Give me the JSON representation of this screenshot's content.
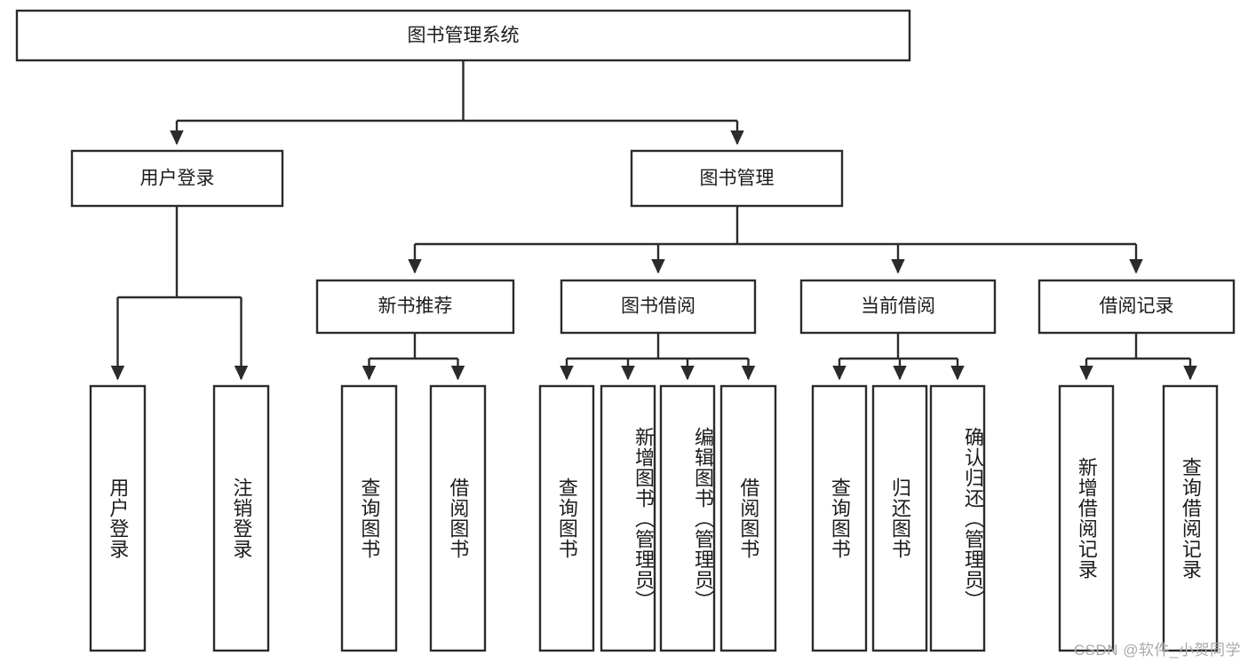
{
  "diagram": {
    "type": "tree",
    "title": "图书管理系统",
    "root": {
      "label": "图书管理系统"
    },
    "level2": [
      {
        "label": "用户登录"
      },
      {
        "label": "图书管理"
      }
    ],
    "level3": [
      {
        "label": "新书推荐"
      },
      {
        "label": "图书借阅"
      },
      {
        "label": "当前借阅"
      },
      {
        "label": "借阅记录"
      }
    ],
    "leaves": {
      "user_login": [
        {
          "label": "用户登录"
        },
        {
          "label": "注销登录"
        }
      ],
      "new_book_recommend": [
        {
          "label": "查询图书"
        },
        {
          "label": "借阅图书"
        }
      ],
      "book_borrow": [
        {
          "label": "查询图书"
        },
        {
          "label": "新增图书（管理员）"
        },
        {
          "label": "编辑图书（管理员）"
        },
        {
          "label": "借阅图书"
        }
      ],
      "current_borrow": [
        {
          "label": "查询图书"
        },
        {
          "label": "归还图书"
        },
        {
          "label": "确认归还（管理员）"
        }
      ],
      "borrow_record": [
        {
          "label": "新增借阅记录"
        },
        {
          "label": "查询借阅记录"
        }
      ]
    }
  },
  "watermark": {
    "text": "CSDN @软件_小贺同学"
  },
  "colors": {
    "stroke": "#2b2b2b",
    "fill": "#ffffff",
    "text": "#1c1c1c",
    "watermark": "#a9a9a9"
  }
}
